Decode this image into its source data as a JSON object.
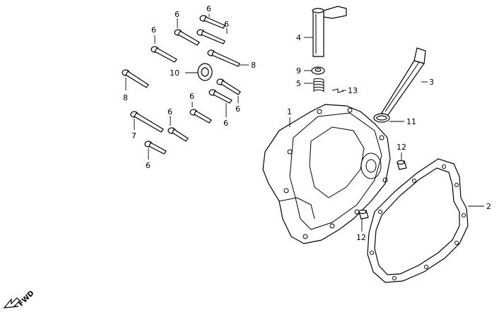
{
  "diagram": {
    "callouts": {
      "c1": "1",
      "c2": "2",
      "c3": "3",
      "c4": "4",
      "c5": "5",
      "c6a": "6",
      "c6b": "6",
      "c6c": "6",
      "c6d": "6",
      "c6e": "6",
      "c6f": "6",
      "c6g": "6",
      "c6h": "6",
      "c7": "7",
      "c8a": "8",
      "c8b": "8",
      "c9": "9",
      "c10": "10",
      "c11": "11",
      "c12a": "12",
      "c12b": "12",
      "c13": "13"
    },
    "direction_label": "FWD"
  }
}
